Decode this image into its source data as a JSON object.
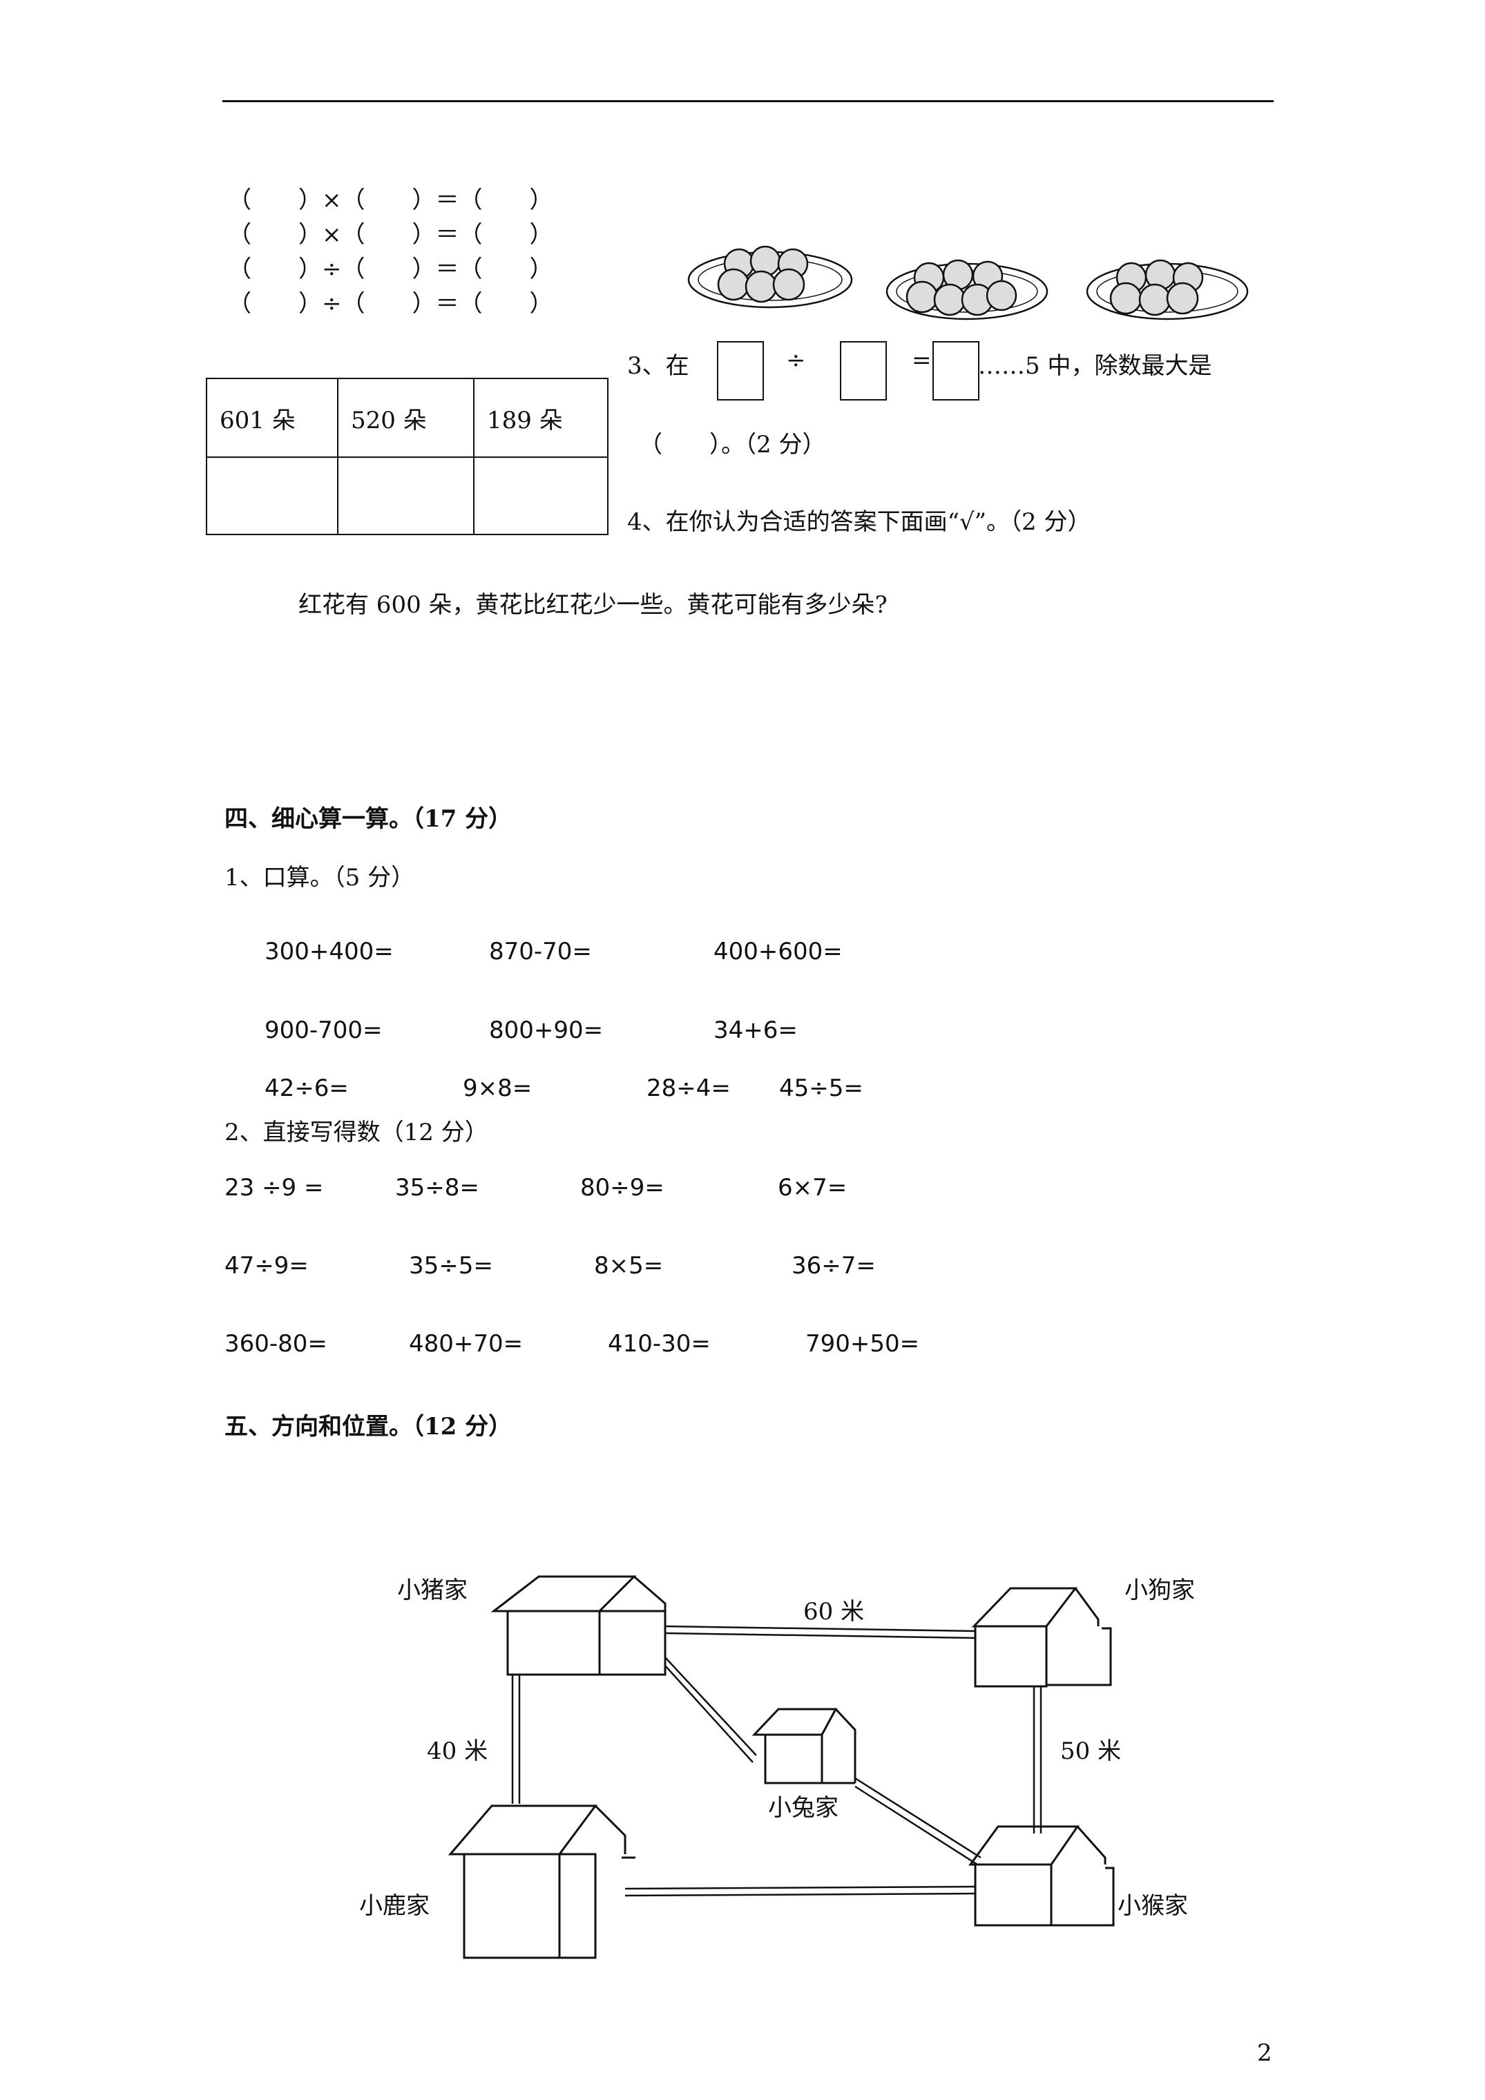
{
  "blank_equations": [
    "（　　）×（　　）＝（　　）",
    "（　　）×（　　）＝（　　）",
    "（　　）÷（　　）＝（　　）",
    "（　　）÷（　　）＝（　　）"
  ],
  "flower_table": {
    "headers": [
      "601 朵",
      "520 朵",
      "189 朵"
    ]
  },
  "q3": {
    "prefix": "3、在",
    "div_sign": "÷",
    "eq_sign": "=",
    "suffix": "……5 中，除数最大是",
    "answer_line": "（　　）。（2 分）"
  },
  "q4": {
    "text": "4、在你认为合适的答案下面画“√”。（2 分）"
  },
  "flower_question": "红花有 600 朵，黄花比红花少一些。黄花可能有多少朵?",
  "section4": {
    "title": "四、细心算一算。（17 分）",
    "part1_title": "1、口算。（5 分）",
    "part1_row1": [
      "300+400=",
      "870-70=",
      "400+600="
    ],
    "part1_row2": [
      "900-700=",
      "800+90=",
      "34+6="
    ],
    "part1_row3": [
      "42÷6=",
      "9×8=",
      "28÷4=",
      "45÷5="
    ],
    "part2_title": "2、直接写得数（12 分）",
    "part2_row1": [
      "23 ÷9 =",
      "35÷8=",
      "80÷9=",
      "6×7="
    ],
    "part2_row2": [
      "47÷9=",
      "35÷5=",
      "8×5=",
      "36÷7="
    ],
    "part2_row3": [
      "360-80=",
      "480+70=",
      "410-30=",
      "790+50="
    ]
  },
  "section5": {
    "title": "五、方向和位置。（12 分）"
  },
  "map": {
    "pig": "小猪家",
    "dog": "小狗家",
    "rabbit": "小兔家",
    "deer": "小鹿家",
    "monkey": "小猴家",
    "dist_top": "60 米",
    "dist_left": "40 米",
    "dist_right": "50 米"
  },
  "page_number": "2"
}
